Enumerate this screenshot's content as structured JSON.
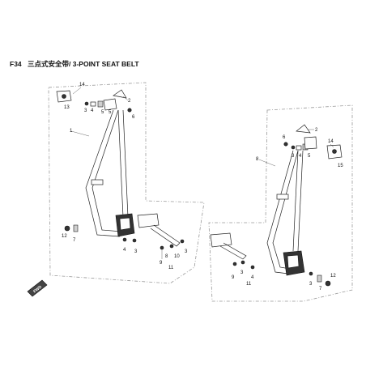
{
  "header": {
    "code": "F34",
    "title": "三点式安全带/ 3-POINT SEAT BELT"
  },
  "fwd_label": "FWD",
  "left_callouts": [
    "14",
    "13",
    "3",
    "4",
    "5",
    "2",
    "6",
    "1",
    "12",
    "7",
    "4",
    "3",
    "9",
    "10",
    "3",
    "8",
    "11",
    "5"
  ],
  "right_callouts": [
    "2",
    "6",
    "3",
    "4",
    "5",
    "14",
    "15",
    "8",
    "9",
    "3",
    "4",
    "11",
    "3",
    "7",
    "12"
  ],
  "colors": {
    "line": "#222222",
    "outline": "#999999",
    "fwd_badge": "#444444"
  }
}
